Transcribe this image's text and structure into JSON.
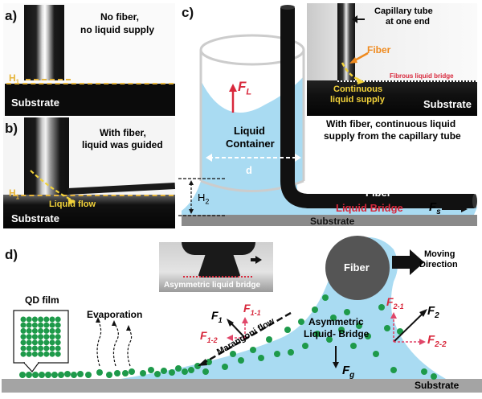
{
  "panels": {
    "a": {
      "letter": "a)",
      "caption_line1": "No fiber,",
      "caption_line2": "no liquid supply",
      "height_label": "H",
      "height_sub": "1",
      "substrate": "Substrate"
    },
    "b": {
      "letter": "b)",
      "caption_line1": "With fiber,",
      "caption_line2": "liquid was guided",
      "height_label": "H",
      "height_sub": "1",
      "flow_label": "Liquid flow",
      "substrate": "Substrate"
    },
    "c": {
      "letter": "c)",
      "force_label": "F",
      "force_sub": "L",
      "container_line1": "Liquid",
      "container_line2": "Container",
      "diameter_label": "d",
      "height_label": "H",
      "height_sub": "2",
      "fiber_label": "Fiber",
      "bridge_label": "Liquid Bridge",
      "shear_label": "F",
      "shear_sub": "s",
      "substrate": "Substrate",
      "inset": {
        "capillary_line1": "Capillary tube",
        "capillary_line2": "at one end",
        "fiber_label": "Fiber",
        "bridge_label": "Fibrous liquid bridge",
        "supply_line1": "Continuous",
        "supply_line2": "liquid supply",
        "substrate": "Substrate"
      },
      "caption_line1": "With fiber, continuous liquid",
      "caption_line2": "supply from the capillary tube"
    },
    "d": {
      "letter": "d)",
      "qd_label": "QD film",
      "evaporation_label": "Evaporation",
      "inset_caption": "Asymmetric liquid bridge",
      "fiber_label": "Fiber",
      "moving_line1": "Moving",
      "moving_line2": "Direction",
      "bridge_line1": "Asymmetric",
      "bridge_line2": "Liquid- Bridge",
      "marangoni_label": "Marangoni flow",
      "forces": {
        "f1": "F",
        "f1_sub": "1",
        "f1_1": "F",
        "f1_1_sub": "1-1",
        "f1_2": "F",
        "f1_2_sub": "1-2",
        "f2": "F",
        "f2_sub": "2",
        "f2_1": "F",
        "f2_1_sub": "2-1",
        "f2_2": "F",
        "f2_2_sub": "2-2",
        "fg": "F",
        "fg_sub": "g"
      },
      "substrate": "Substrate"
    }
  },
  "colors": {
    "liquid": "#a9dbf2",
    "substrate_gray": "#9a9a9a",
    "fiber_black": "#111111",
    "force_red": "#d8283c",
    "guide_yellow": "#f2d23a",
    "orange": "#ef8a1e",
    "qd_green": "#1e9a4a"
  }
}
